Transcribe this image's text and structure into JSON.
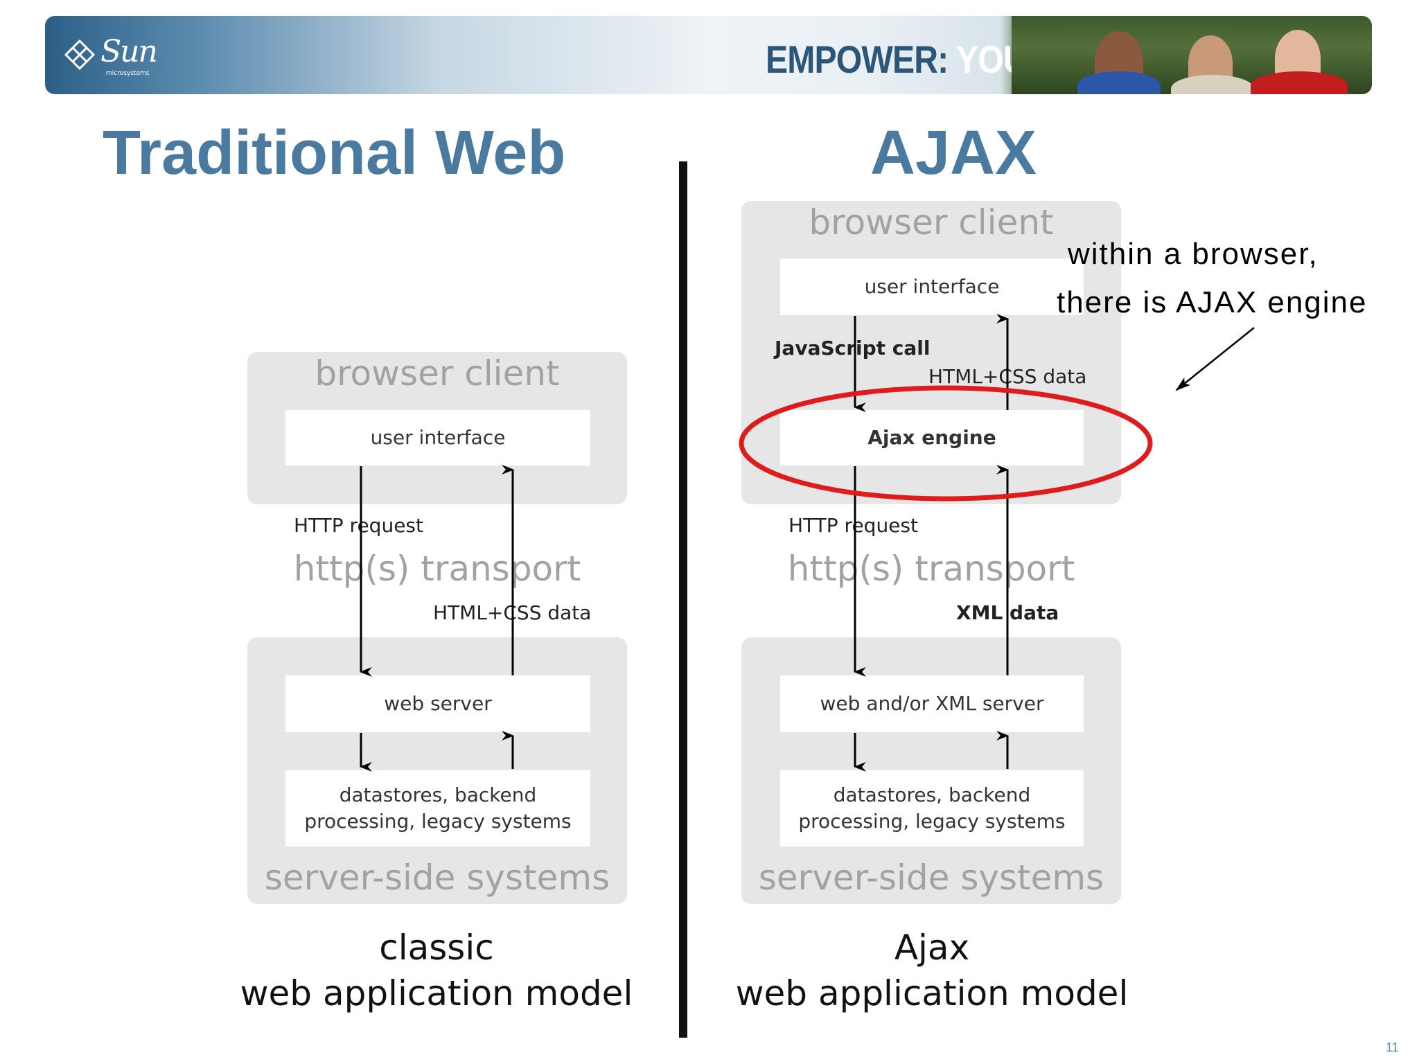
{
  "header": {
    "logo_text": "Sun",
    "logo_subtext": "microsystems",
    "slogan_prefix": "EMPOWER:",
    "slogan_suffix": "YOU"
  },
  "left": {
    "title": "Traditional Web",
    "browser_panel_label": "browser client",
    "ui_box": "user interface",
    "request_label": "HTTP request",
    "transport_label": "http(s) transport",
    "response_label": "HTML+CSS data",
    "server_box": "web server",
    "datastore_line1": "datastores, backend",
    "datastore_line2": "processing, legacy systems",
    "server_panel_label": "server-side systems",
    "caption_line1": "classic",
    "caption_line2": "web application model"
  },
  "right": {
    "title": "AJAX",
    "browser_panel_label": "browser client",
    "ui_box": "user interface",
    "js_call_label": "JavaScript call",
    "html_css_label": "HTML+CSS data",
    "engine_box": "Ajax engine",
    "request_label": "HTTP request",
    "transport_label": "http(s) transport",
    "response_label": "XML data",
    "server_box": "web and/or XML server",
    "datastore_line1": "datastores, backend",
    "datastore_line2": "processing, legacy systems",
    "server_panel_label": "server-side systems",
    "caption_line1": "Ajax",
    "caption_line2": "web application model"
  },
  "annotation": {
    "line1": "within a browser,",
    "line2": "there is AJAX engine"
  },
  "page_number": "11",
  "colors": {
    "title": "#4a7aa0",
    "highlight_ellipse": "#e01b1b",
    "panel": "#e6e6e6"
  }
}
